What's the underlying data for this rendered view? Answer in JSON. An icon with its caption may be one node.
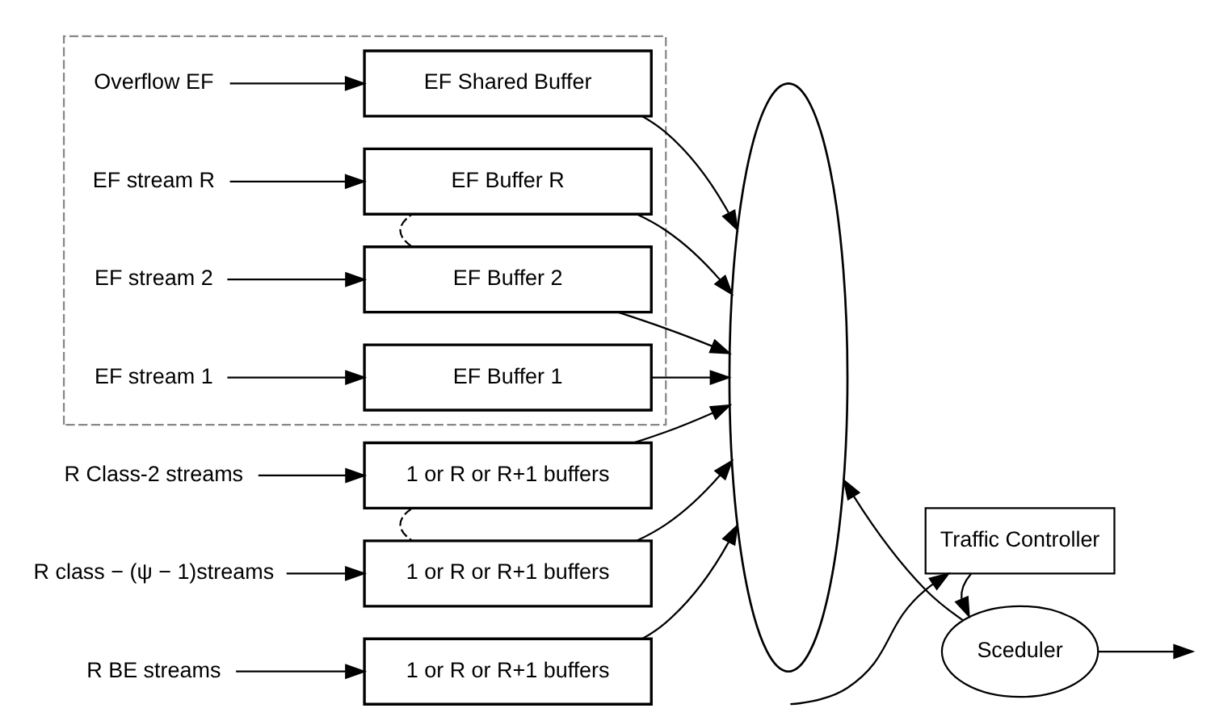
{
  "diagram": {
    "nodes": [
      {
        "text": [],
        "shape": "box"
      },
      {
        "text": [
          "EF stream 1"
        ],
        "in": 0
      },
      {
        "text": [
          "EF Buffer 1"
        ],
        "in": 0
      },
      {
        "text": [
          "EF stream 2"
        ],
        "in": 0
      },
      {
        "text": [
          "EF Buffer 2"
        ],
        "in": 0
      },
      {
        "text": [
          "EF stream R"
        ],
        "in": 0
      },
      {
        "text": [
          "EF Buffer R"
        ],
        "in": 0
      },
      {
        "text": [
          "Overflow EF"
        ],
        "in": 0
      },
      {
        "text": [
          "EF Shared Buffer"
        ],
        "in": 0
      },
      {
        "text": [
          "Traffic Controller"
        ]
      },
      {
        "text": [],
        "shape": "arc"
      },
      {
        "text": [
          "Sceduler"
        ]
      },
      {
        "text": [
          "R Class-2 streams"
        ]
      },
      {
        "text": [
          "1 or R or R+1 buffers"
        ]
      },
      {
        "text": [
          "R class − (ψ − 1)streams"
        ]
      },
      {
        "text": [
          "1 or R or R+1 buffers"
        ]
      },
      {
        "text": [
          "R BE streams"
        ]
      },
      {
        "text": [
          "1 or R or R+1 buffers"
        ]
      }
    ],
    "edges": [
      {
        "from": 1,
        "to": 2,
        "arrow": "to"
      },
      {
        "from": 3,
        "to": 4,
        "arrow": "to"
      },
      {
        "from": 5,
        "to": 6,
        "arrow": "to"
      },
      {
        "from": 7,
        "to": 8,
        "arrow": "to"
      },
      {
        "from": 4,
        "to": 6,
        "arrow": "none",
        "style": "dashed"
      },
      {
        "from": 12,
        "to": 13,
        "arrow": "to"
      },
      {
        "from": 14,
        "to": 15,
        "arrow": "to"
      },
      {
        "from": 16,
        "to": 17,
        "arrow": "to"
      },
      {
        "from": 13,
        "to": 15,
        "arrow": "none",
        "style": "dashed"
      },
      {
        "from": null,
        "to": 9,
        "arrow": "to"
      },
      {
        "from": 2,
        "to": 10,
        "arrow": "to"
      },
      {
        "from": 4,
        "to": 10,
        "arrow": "to"
      },
      {
        "from": 6,
        "to": 10,
        "arrow": "to"
      },
      {
        "from": 8,
        "to": 10,
        "arrow": "to"
      },
      {
        "from": 13,
        "to": 10,
        "arrow": "to"
      },
      {
        "from": 15,
        "to": 10,
        "arrow": "to"
      },
      {
        "from": 17,
        "to": 10,
        "arrow": "to"
      },
      {
        "from": 9,
        "to": 11,
        "arrow": "to"
      },
      {
        "from": 11,
        "to": 10,
        "arrow": "to"
      },
      {
        "from": 11,
        "to": null,
        "arrow": "to"
      }
    ]
  }
}
